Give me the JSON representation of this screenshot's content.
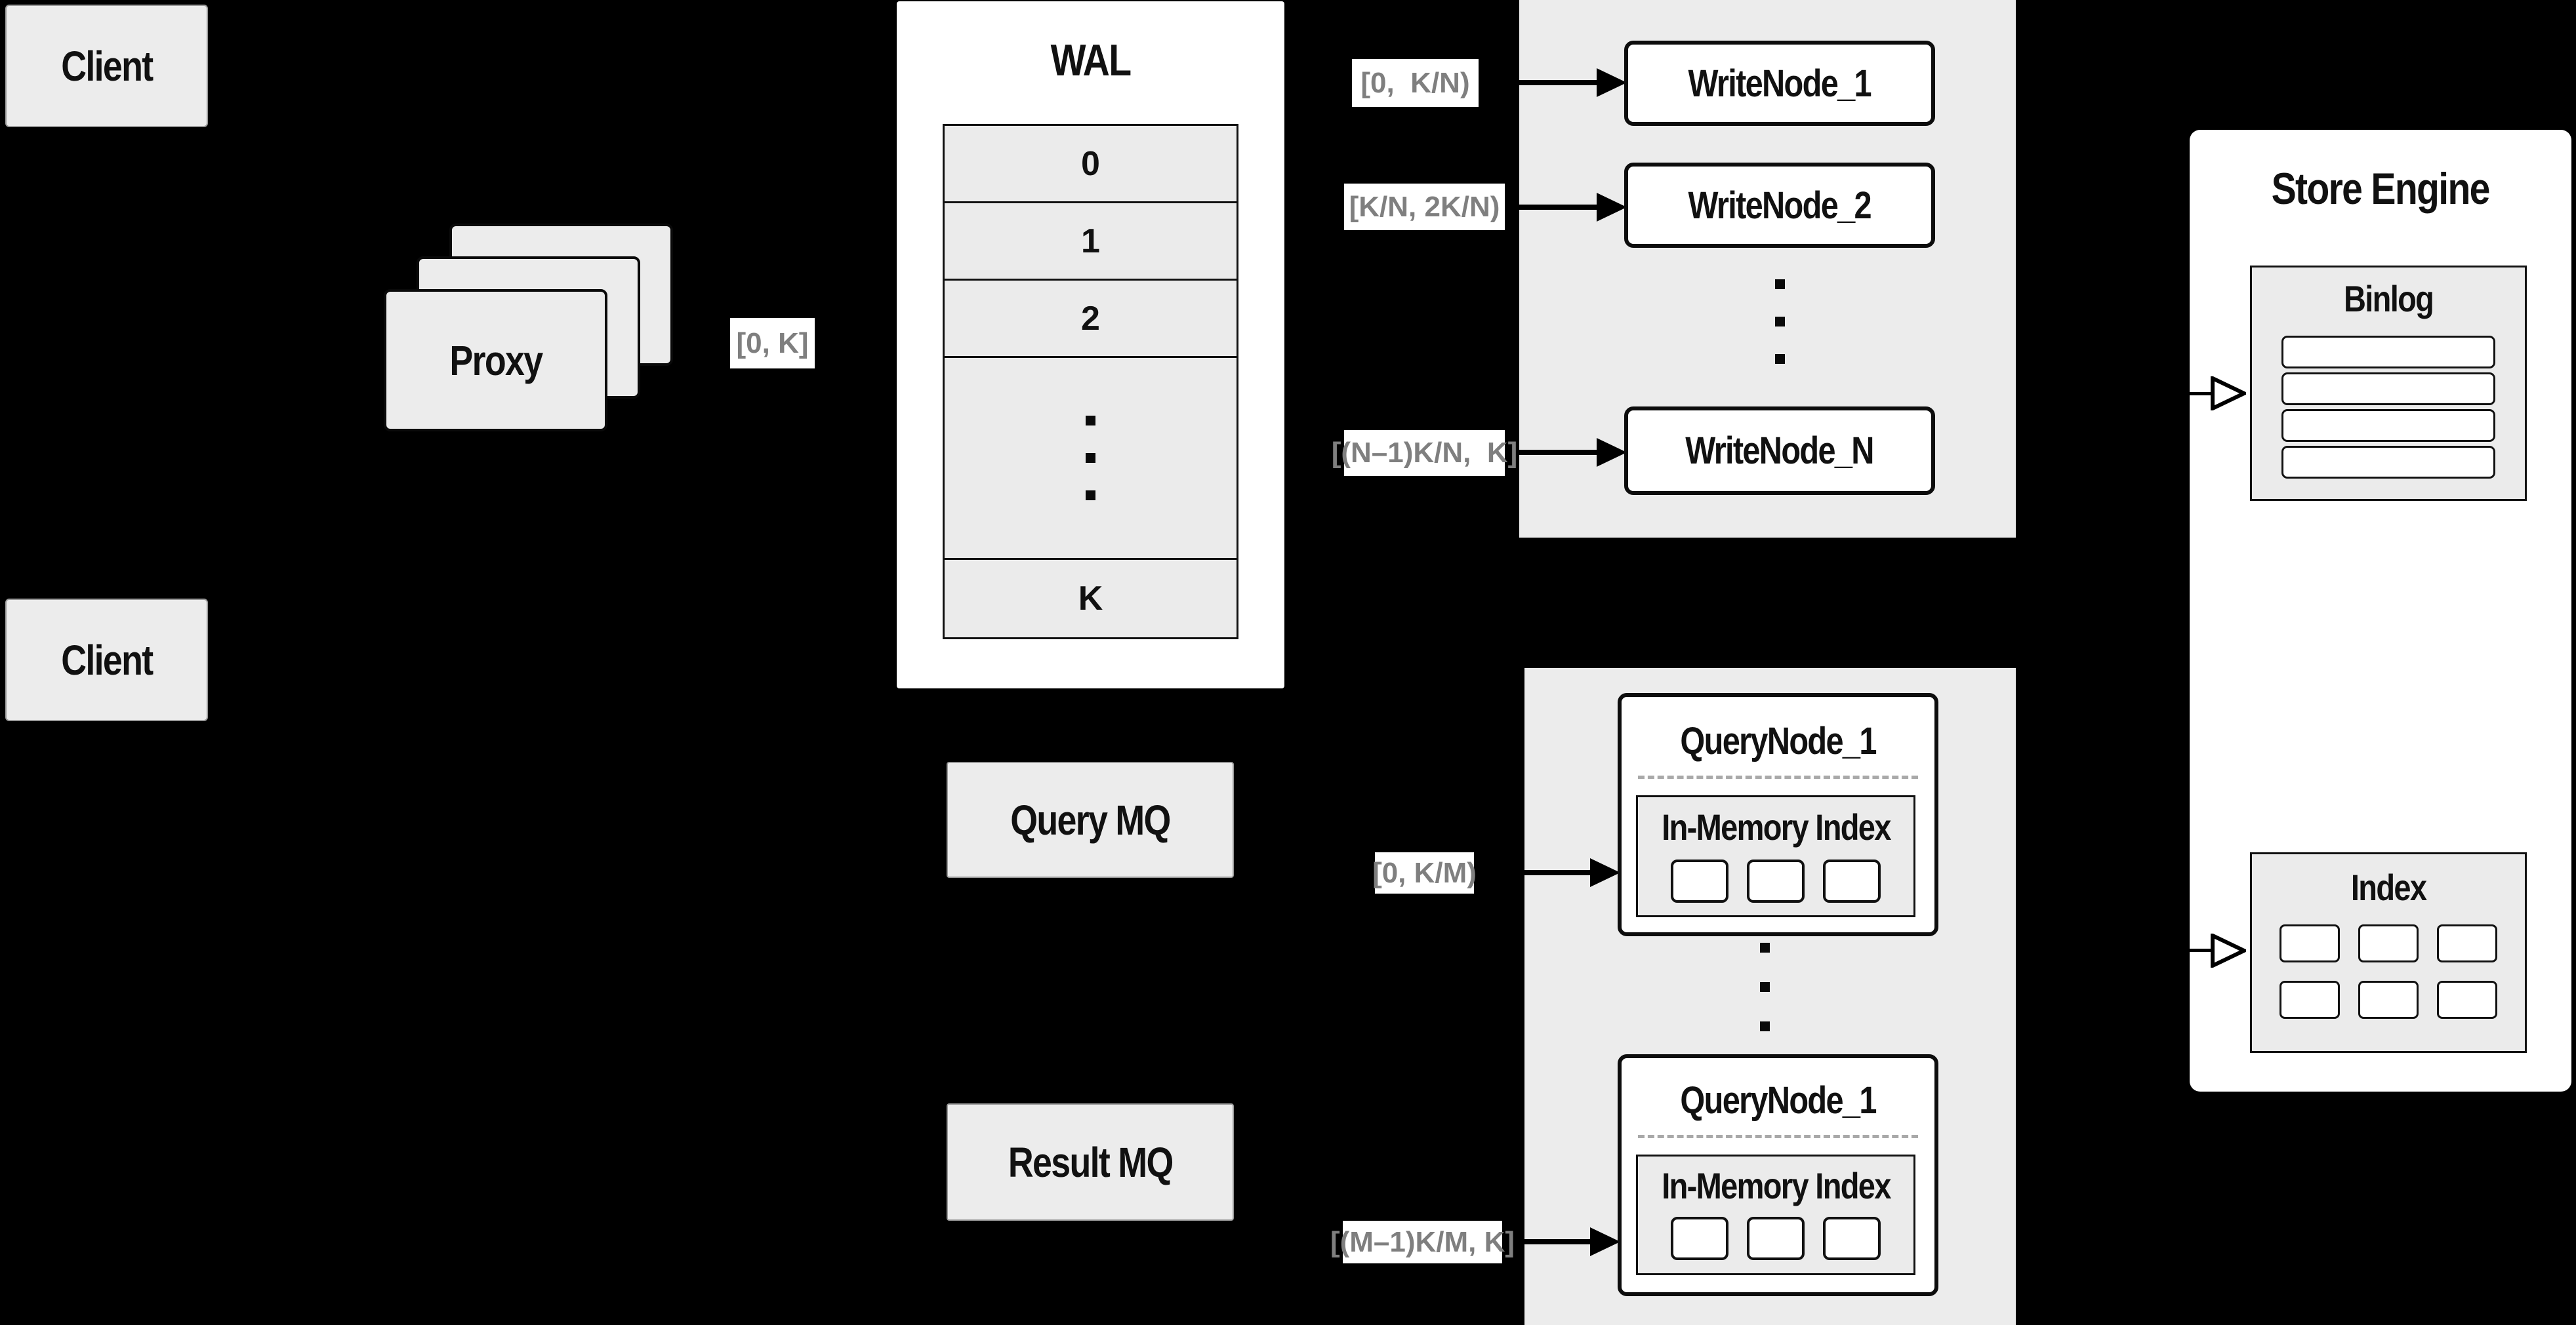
{
  "clients": {
    "top": "Client",
    "bottom": "Client"
  },
  "proxy": {
    "label": "Proxy",
    "range": "[0, K]"
  },
  "wal": {
    "title": "WAL",
    "segments": [
      "0",
      "1",
      "2"
    ],
    "last_segment": "K"
  },
  "write_section": {
    "nodes": [
      {
        "label": "WriteNode_1",
        "range": "[0,  K/N)"
      },
      {
        "label": "WriteNode_2",
        "range": "[K/N, 2K/N)"
      },
      {
        "label": "WriteNode_N",
        "range": "[(N–1)K/N,  K]"
      }
    ]
  },
  "query_section": {
    "query_mq": "Query MQ",
    "result_mq": "Result MQ",
    "nodes": [
      {
        "title": "QueryNode_1",
        "inner": "In-Memory Index",
        "range": "[0, K/M)"
      },
      {
        "title": "QueryNode_1",
        "inner": "In-Memory Index",
        "range": "[(M–1)K/M, K]"
      }
    ]
  },
  "store_engine": {
    "title": "Store Engine",
    "binlog": "Binlog",
    "index": "Index"
  },
  "colors": {
    "background": "#000000",
    "panel_gray": "#ececec",
    "node_fill": "#ffffff",
    "border_black": "#111111",
    "range_label_text": "#7f7f7f"
  }
}
